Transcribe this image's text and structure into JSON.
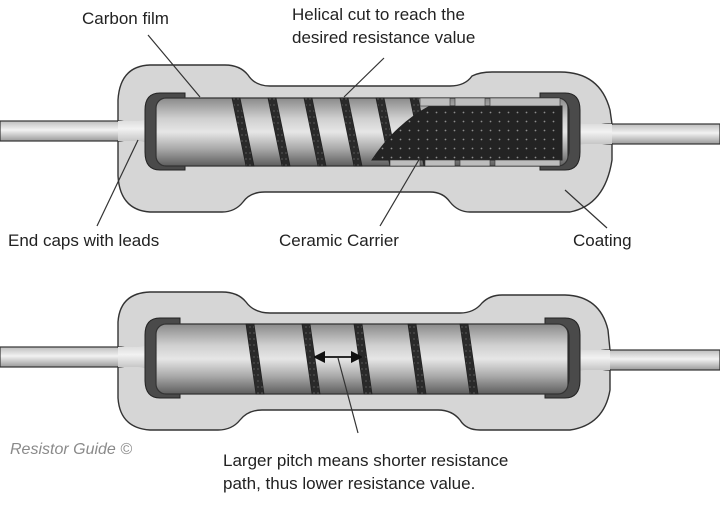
{
  "diagram": {
    "title": "Carbon film resistor construction",
    "labels": {
      "carbon_film": "Carbon film",
      "helical_cut_line1": "Helical cut to reach the",
      "helical_cut_line2": "desired resistance value",
      "end_caps": "End caps with leads",
      "ceramic_carrier": "Ceramic Carrier",
      "coating": "Coating",
      "pitch_line1": "Larger pitch means shorter resistance",
      "pitch_line2": "path, thus lower resistance value."
    },
    "credit": "Resistor Guide ©",
    "resistors": [
      {
        "id": "top",
        "description": "Resistor with fine helical cut, cutaway showing ceramic carrier",
        "helical_grooves": 6,
        "shows_ceramic_core": true
      },
      {
        "id": "bottom",
        "description": "Resistor with larger pitch helical cut",
        "helical_grooves": 5,
        "shows_ceramic_core": false,
        "pitch_arrow": true
      }
    ],
    "colors": {
      "coating": "#d6d6d6",
      "outline": "#333333",
      "film_light": "#e2e2e2",
      "film_dark": "#6e6e6e",
      "end_cap": "#4a4a4a",
      "ceramic": "#232323",
      "leader": "#333333",
      "text": "#222222",
      "credit": "#8a8a8a"
    }
  }
}
